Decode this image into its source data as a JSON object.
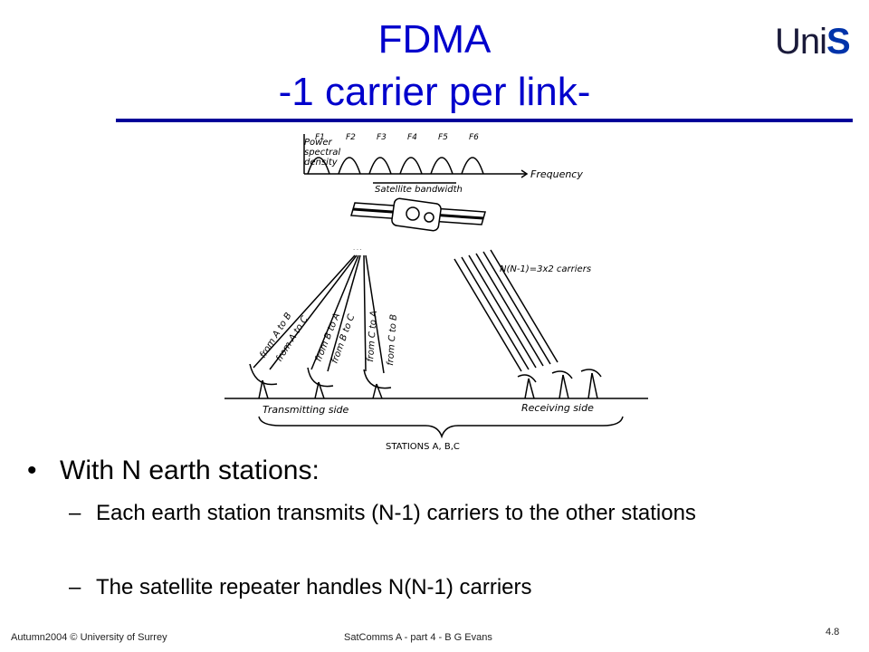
{
  "title": {
    "line1": "FDMA",
    "line2": "-1 carrier per link-"
  },
  "logo": {
    "part1": "Uni",
    "part2": "S"
  },
  "diagram": {
    "y_label": [
      "Power",
      "spectral",
      "density"
    ],
    "freq_label": "Frequency",
    "bandwidth_label": "Satellite bandwidth",
    "carrier_labels": [
      "F1",
      "F2",
      "F3",
      "F4",
      "F5",
      "F6"
    ],
    "carrier_count_label": "N(N-1)=3x2 carriers",
    "uplink_labels": [
      "from A to B",
      "from A to C",
      "from B to A",
      "from B to C",
      "from C to A",
      "from C to B"
    ],
    "transmitting_label": "Transmitting side",
    "receiving_label": "Receiving side",
    "stations_label": "STATIONS A, B,C"
  },
  "bullet": {
    "text": "With N earth stations:"
  },
  "subs": [
    {
      "dash": "–",
      "text": "Each earth station transmits (N-1) carriers to the other stations"
    },
    {
      "dash": "–",
      "text": "The satellite repeater handles N(N-1) carriers"
    }
  ],
  "footer": {
    "left": "Autumn2004 © University of Surrey",
    "center": "SatComms A - part 4 - B G Evans",
    "right": "4.8"
  }
}
